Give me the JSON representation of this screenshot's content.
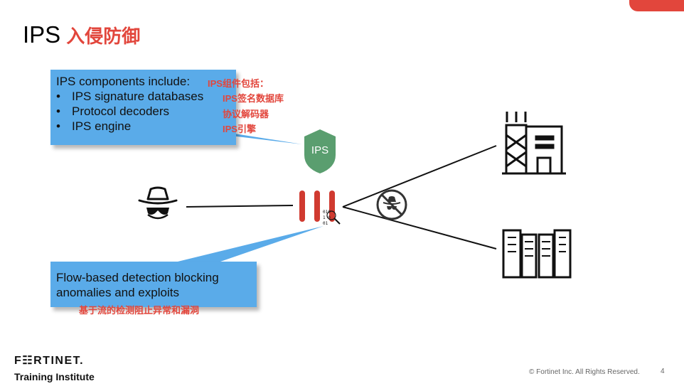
{
  "title": {
    "main": "IPS",
    "cn": "入侵防御"
  },
  "callout_top": {
    "heading": "IPS components include:",
    "heading_cn": "IPS组件包括：",
    "bullets": [
      "IPS signature databases",
      "Protocol decoders",
      "IPS engine"
    ],
    "bullets_cn": [
      "IPS签名数据库",
      "协议解码器",
      "IPS引擎"
    ],
    "bullet_char": "•"
  },
  "callout_bottom": {
    "line1": "Flow-based detection blocking",
    "line2": "anomalies and exploits",
    "cn": "基于流的检测阻止异常和漏洞"
  },
  "shield": {
    "label": "IPS"
  },
  "colors": {
    "accent_red": "#e2463c",
    "callout_blue": "#5aabe9",
    "shield_green": "#5a9e6f",
    "firewall_red": "#d03a30",
    "icon_gray": "#333333"
  },
  "icons": {
    "hacker": "hacker-icon",
    "firewall": "firewall-icon",
    "blocked_hacker": "blocked-hacker-icon",
    "building": "office-building-icon",
    "servers": "server-rack-icon",
    "shield": "shield-icon"
  },
  "footer": {
    "logo": "F☷RTINET.",
    "subtitle": "Training Institute",
    "copyright": "© Fortinet Inc. All Rights Reserved.",
    "page": "4"
  }
}
